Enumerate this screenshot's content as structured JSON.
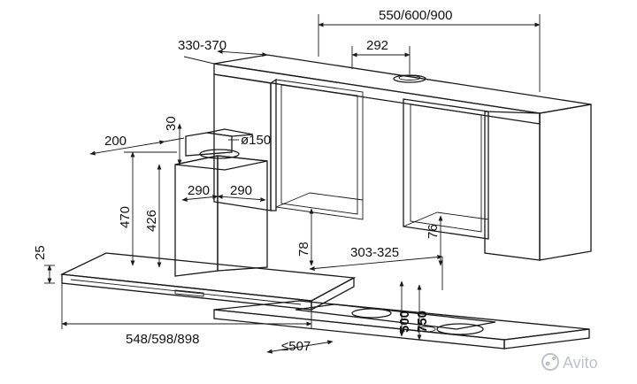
{
  "dimensions": {
    "cabinet_width": "550/600/900",
    "cabinet_depth": "330-370",
    "duct_offset": "292",
    "chimney_offset": "30",
    "chimney_depth": "200",
    "duct_diameter": "ø150",
    "chimney_width_left": "290",
    "chimney_width_right": "290",
    "chimney_height_max": "470",
    "chimney_height_min": "426",
    "hood_thickness": "25",
    "shelf_thickness": "78",
    "cabinet_bottom": "76",
    "hood_depth": "303-325",
    "hood_width": "548/598/898",
    "hood_front_depth": "≤507",
    "height_electric": "500",
    "height_gas": "750"
  },
  "watermark": "Avito",
  "colors": {
    "line": "#1a1a1a",
    "steel_light": "#e3e3e3",
    "steel_mid": "#c4c4c4",
    "steel_dark": "#8f8f8f",
    "watermark": "#bfc3c7"
  }
}
